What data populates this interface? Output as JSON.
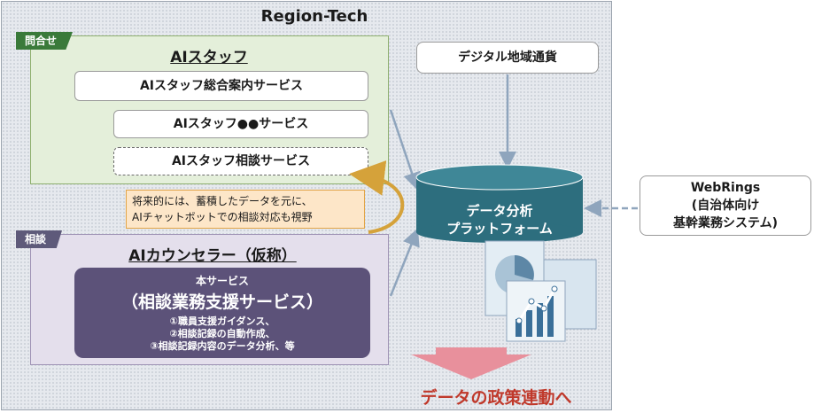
{
  "title": "Region-Tech",
  "inquiry": {
    "flag": "問合せ",
    "heading": "AIスタッフ",
    "services": [
      "AIスタッフ総合案内サービス",
      "AIスタッフ●●サービス",
      "AIスタッフ相談サービス"
    ]
  },
  "note": {
    "line1": "将来的には、蓄積したデータを元に、",
    "line2": "AIチャットボットでの相談対応も視野"
  },
  "consult": {
    "flag": "相談",
    "heading": "AIカウンセラー（仮称）",
    "main_small": "本サービス",
    "main_big": "（相談業務支援サービス）",
    "items": [
      "①職員支援ガイダンス、",
      "②相談記録の自動作成、",
      "③相談記録内容のデータ分析、等"
    ]
  },
  "currency": "デジタル地域通貨",
  "platform": {
    "line1": "データ分析",
    "line2": "プラットフォーム"
  },
  "webrings": {
    "line1": "WebRings",
    "line2": "(自治体向け",
    "line3": "基幹業務システム)"
  },
  "bottom": "データの政策連動へ",
  "colors": {
    "inquiry_bg": "#e4efda",
    "consult_bg": "#e4dfec",
    "cylinder": "#2d6e7e",
    "main_service": "#5c5279",
    "note_bg": "#fde6c8",
    "bottom_text": "#c0392b",
    "arrow_down": "#e8909c"
  }
}
